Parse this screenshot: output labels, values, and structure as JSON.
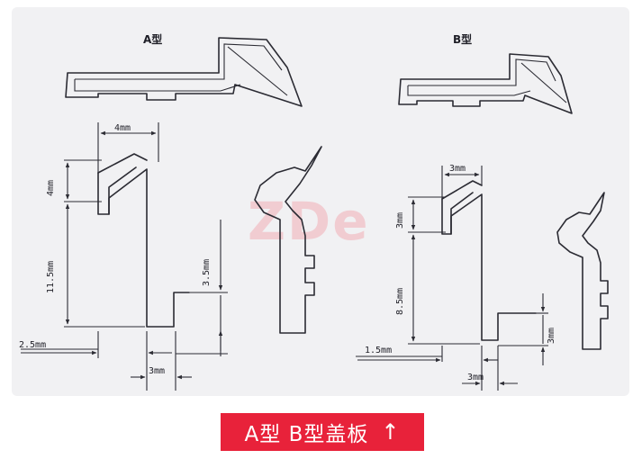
{
  "figure": {
    "watermark": "ZDe",
    "type_a": {
      "title": "A型",
      "dims": [
        "4mm",
        "4mm",
        "11.5mm",
        "3.5mm",
        "2.5mm",
        "3mm"
      ]
    },
    "type_b": {
      "title": "B型",
      "dims": [
        "3mm",
        "3mm",
        "8.5mm",
        "1.5mm",
        "3mm",
        "3mm"
      ]
    }
  },
  "caption": {
    "text": "A型 B型盖板",
    "arrow_icon": "arrow-up-icon",
    "background": "#e8223a",
    "color": "#ffffff"
  }
}
